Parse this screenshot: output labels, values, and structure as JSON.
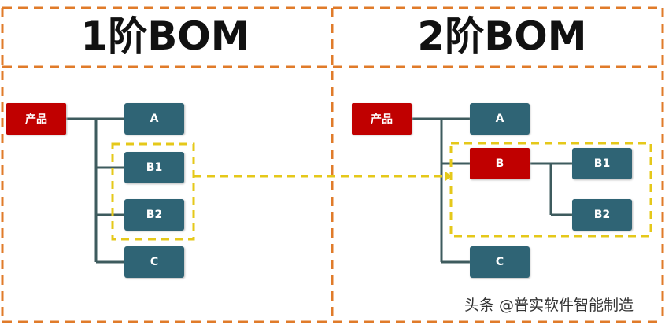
{
  "left": {
    "title": "1阶BOM",
    "root": "产品",
    "children": [
      "A",
      "B1",
      "B2",
      "C"
    ]
  },
  "right": {
    "title": "2阶BOM",
    "root": "产品",
    "children": [
      "A",
      "B",
      "C"
    ],
    "sub_children": [
      "B1",
      "B2"
    ]
  },
  "watermark": "头条 @普实软件智能制造",
  "colors": {
    "frame": "#e07b2a",
    "highlight": "#e5c81a",
    "node": "#2f6475",
    "root": "#c00000",
    "line": "#3e5b5e"
  }
}
